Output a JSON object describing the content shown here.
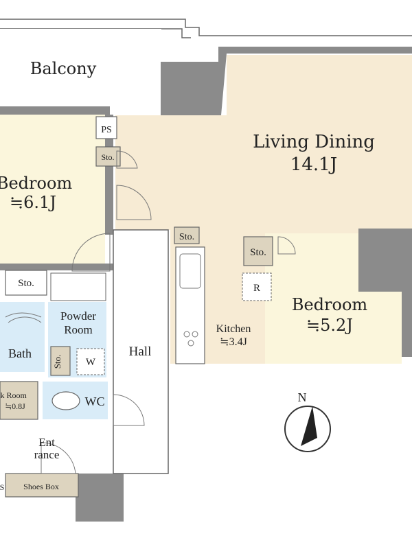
{
  "rooms": {
    "balcony": "Balcony",
    "living_dining": "Living Dining",
    "living_dining_size": "14.1J",
    "bedroom_left": "Bedroom",
    "bedroom_left_size": "≒6.1J",
    "bedroom_right": "Bedroom",
    "bedroom_right_size": "≒5.2J",
    "kitchen": "Kitchen",
    "kitchen_size": "≒3.4J",
    "powder_room_1": "Powder",
    "powder_room_2": "Room",
    "bath": "Bath",
    "wc": "WC",
    "hall": "Hall",
    "walk_in": "lk Room",
    "walk_in_size": "≒0.8J",
    "entrance_1": "Ent",
    "entrance_2": "rance",
    "shoes_box": "Shoes Box"
  },
  "labels": {
    "ps": "PS",
    "sto_top": "Sto.",
    "sto_kitchen": "Sto.",
    "sto_right": "Sto.",
    "sto_left": "Sto.",
    "sto_bath": "Sto.",
    "refrigerator": "R",
    "washer": "W",
    "s_edge": "S"
  },
  "compass": {
    "north": "N"
  },
  "colors": {
    "living": "#f7ebd4",
    "bedroom": "#fbf6dc",
    "wet_area": "#d9ecf8",
    "storage": "#ddd4bf",
    "wall": "#8b8b8b"
  }
}
